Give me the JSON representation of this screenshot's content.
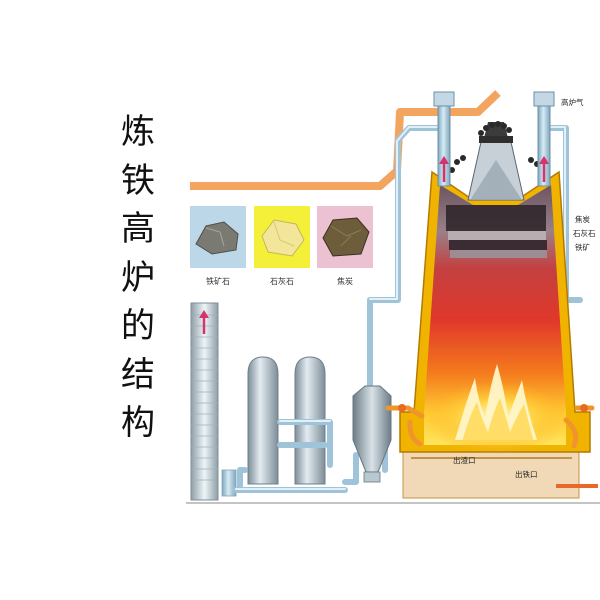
{
  "title_chars": [
    "炼",
    "铁",
    "高",
    "炉",
    "的",
    "结",
    "构"
  ],
  "materials": [
    {
      "label": "铁矿石"
    },
    {
      "label": "石灰石"
    },
    {
      "label": "焦炭"
    }
  ],
  "furnace_labels": {
    "gas": "高炉气",
    "coke": "焦炭",
    "limestone": "石灰石",
    "ore": "铁矿",
    "slag_outlet": "出渣口",
    "iron_outlet": "出铁口"
  },
  "colors": {
    "pipe": "#a9c9dc",
    "flue": "#f3a45f",
    "furnace_shell": "#f0b400",
    "thumb_ore": "#bcd8e8",
    "thumb_limestone": "#f4ef38",
    "thumb_coke": "#ecc2d2"
  }
}
